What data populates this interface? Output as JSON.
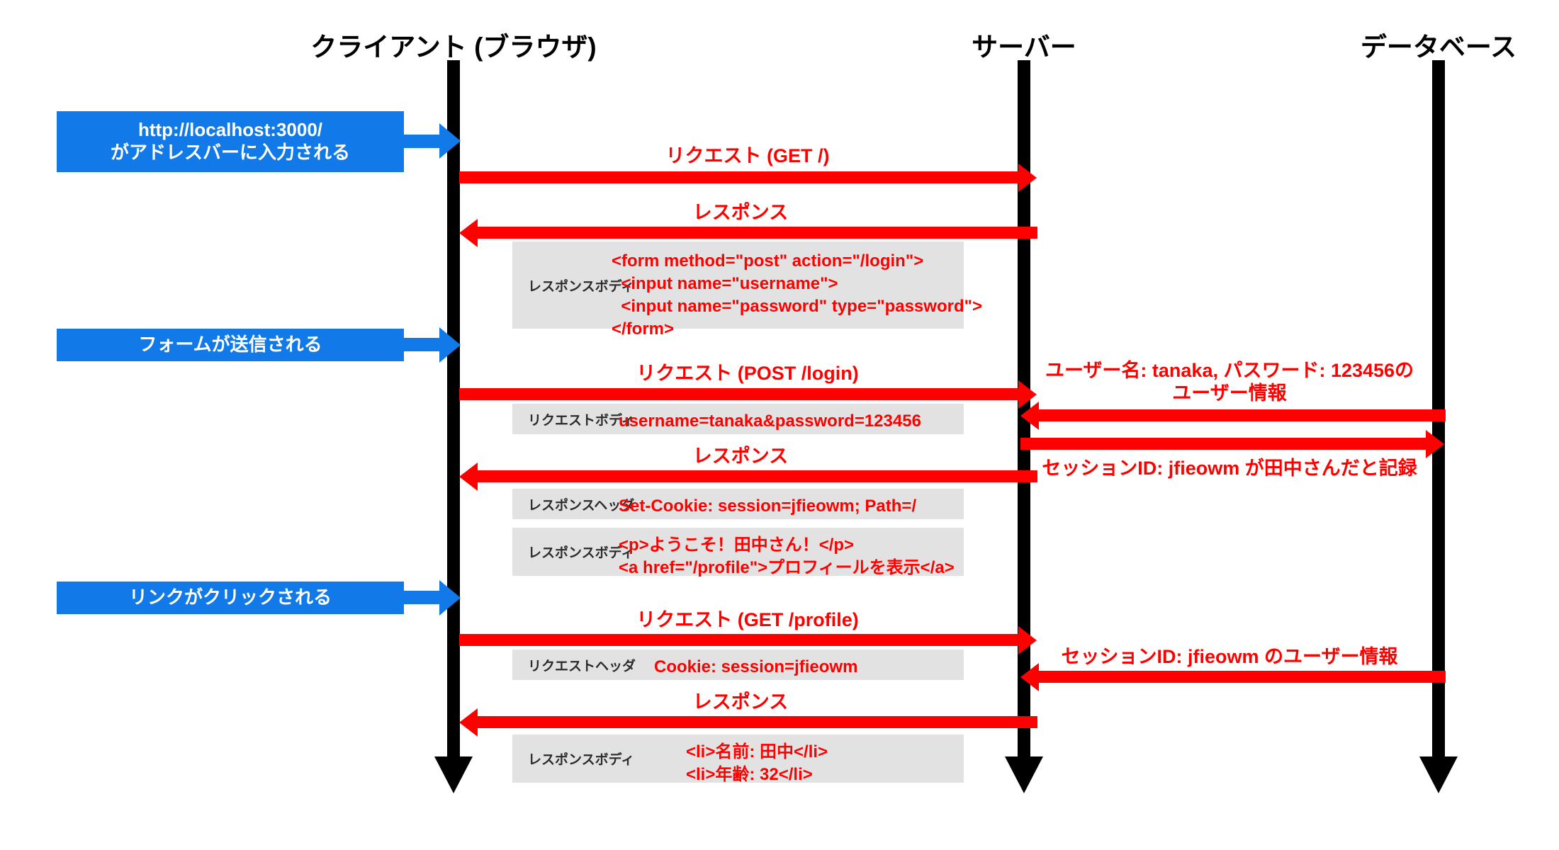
{
  "diagram": {
    "title_role": "http-session-sequence-diagram",
    "colors": {
      "actor_line": "#000000",
      "message": "#FF0000",
      "callout": "#1279E8",
      "payload_background": "#E2E2E2",
      "page_background": "#FFFFFF"
    }
  },
  "actors": [
    {
      "id": "client",
      "label": "クライアント (ブラウザ)"
    },
    {
      "id": "server",
      "label": "サーバー"
    },
    {
      "id": "database",
      "label": "データベース"
    }
  ],
  "callouts": [
    {
      "id": "url-entered",
      "text": "http://localhost:3000/\nがアドレスバーに入力される",
      "line1": "http://localhost:3000/",
      "line2": "がアドレスバーに入力される"
    },
    {
      "id": "form-submitted",
      "text": "フォームが送信される",
      "line1": "フォームが送信される",
      "line2": ""
    },
    {
      "id": "link-clicked",
      "text": "リンクがクリックされる",
      "line1": "リンクがクリックされる",
      "line2": ""
    }
  ],
  "messages": [
    {
      "id": "req-get-root",
      "label": "リクエスト (GET /)",
      "from": "client",
      "to": "server",
      "direction": "right"
    },
    {
      "id": "res-root",
      "label": "レスポンス",
      "from": "server",
      "to": "client",
      "direction": "left"
    },
    {
      "id": "req-post-login",
      "label": "リクエスト (POST /login)",
      "from": "client",
      "to": "server",
      "direction": "right"
    },
    {
      "id": "db-lookup-user",
      "label": "ユーザー名: tanaka, パスワード: 123456の\nユーザー情報",
      "label_line1": "ユーザー名: tanaka, パスワード: 123456の",
      "label_line2": "ユーザー情報",
      "from": "database",
      "to": "server",
      "direction": "left"
    },
    {
      "id": "db-store-session",
      "label": "セッションID: jfieowm が田中さんだと記録",
      "from": "server",
      "to": "database",
      "direction": "right"
    },
    {
      "id": "res-login",
      "label": "レスポンス",
      "from": "server",
      "to": "client",
      "direction": "left"
    },
    {
      "id": "req-get-profile",
      "label": "リクエスト (GET /profile)",
      "from": "client",
      "to": "server",
      "direction": "right"
    },
    {
      "id": "db-fetch-session",
      "label": "セッションID: jfieowm のユーザー情報",
      "from": "database",
      "to": "server",
      "direction": "left"
    },
    {
      "id": "res-profile",
      "label": "レスポンス",
      "from": "server",
      "to": "client",
      "direction": "left"
    }
  ],
  "payloads": [
    {
      "id": "response-body-login-form",
      "tag": "レスポンスボディ",
      "code": "<form method=\"post\" action=\"/login\">\n  <input name=\"username\">\n  <input name=\"password\" type=\"password\">\n</form>"
    },
    {
      "id": "request-body-credentials",
      "tag": "リクエストボディ",
      "code": "username=tanaka&password=123456"
    },
    {
      "id": "response-header-set-cookie",
      "tag": "レスポンスヘッダ",
      "code": "Set-Cookie: session=jfieowm; Path=/"
    },
    {
      "id": "response-body-welcome",
      "tag": "レスポンスボディ",
      "code": "<p>ようこそ！田中さん！</p>\n<a href=\"/profile\">プロフィールを表示</a>"
    },
    {
      "id": "request-header-cookie",
      "tag": "リクエストヘッダ",
      "code": "Cookie: session=jfieowm"
    },
    {
      "id": "response-body-profile",
      "tag": "レスポンスボディ",
      "code": "<li>名前: 田中</li>\n<li>年齢: 32</li>"
    }
  ]
}
